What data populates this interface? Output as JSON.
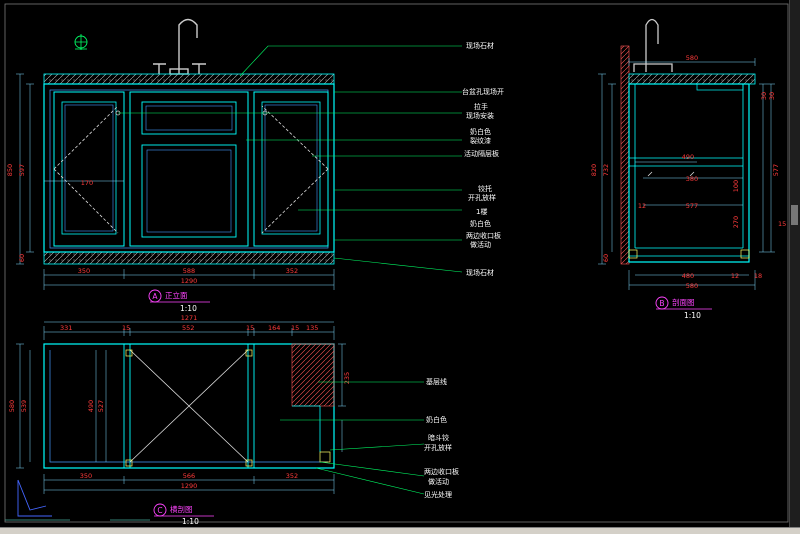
{
  "colors": {
    "background": "#000000",
    "outline": "#00ffff",
    "frame": "#00bcd4",
    "leader": "#00ff66",
    "dimension": "#ff3b3b",
    "text": "#ffffff",
    "view_title": "#ff44ff",
    "dashed": "#ffffff"
  },
  "drawing": {
    "front_elevation": {
      "title": "正立面",
      "scale": "1:10",
      "marker": "A",
      "dims_bottom": [
        "350",
        "588",
        "352"
      ],
      "total_width": "1290",
      "dims_top": [
        "170"
      ],
      "dims_left": [
        "850",
        "597",
        "60"
      ],
      "callouts": [
        "现场石材",
        "台盆孔现场开",
        "拉手",
        "现场安装",
        "奶白色",
        "裂纹漆",
        "活动隔层板",
        "铰托",
        "开孔放样",
        "1楼",
        "奶白色",
        "两边收口板",
        "做活动",
        "现场石材"
      ]
    },
    "side_section": {
      "title": "剖面图",
      "scale": "1:10",
      "marker": "B",
      "dims_top": [
        "580"
      ],
      "dims_inner": [
        "490",
        "380",
        "577"
      ],
      "dims_bottom": [
        "480",
        "580",
        "12",
        "18"
      ],
      "dims_left": [
        "820",
        "732",
        "60",
        "12"
      ],
      "dims_right": [
        "577",
        "100",
        "270",
        "15",
        "30",
        "30"
      ]
    },
    "plan_section": {
      "title": "横剖图",
      "scale": "1:10",
      "marker": "C",
      "dims_top": [
        "331",
        "15",
        "552",
        "15",
        "164",
        "15",
        "135"
      ],
      "total_top": "1271",
      "dims_bottom": [
        "350",
        "566",
        "352"
      ],
      "total_bottom": "1290",
      "dims_left": [
        "580",
        "539"
      ],
      "dims_inner": [
        "490",
        "527"
      ],
      "dims_right": [
        "235"
      ],
      "callouts": [
        "基层线",
        "奶白色",
        "暗斗铰",
        "开孔放样",
        "两边收口板",
        "做活动",
        "见光处理"
      ]
    }
  }
}
